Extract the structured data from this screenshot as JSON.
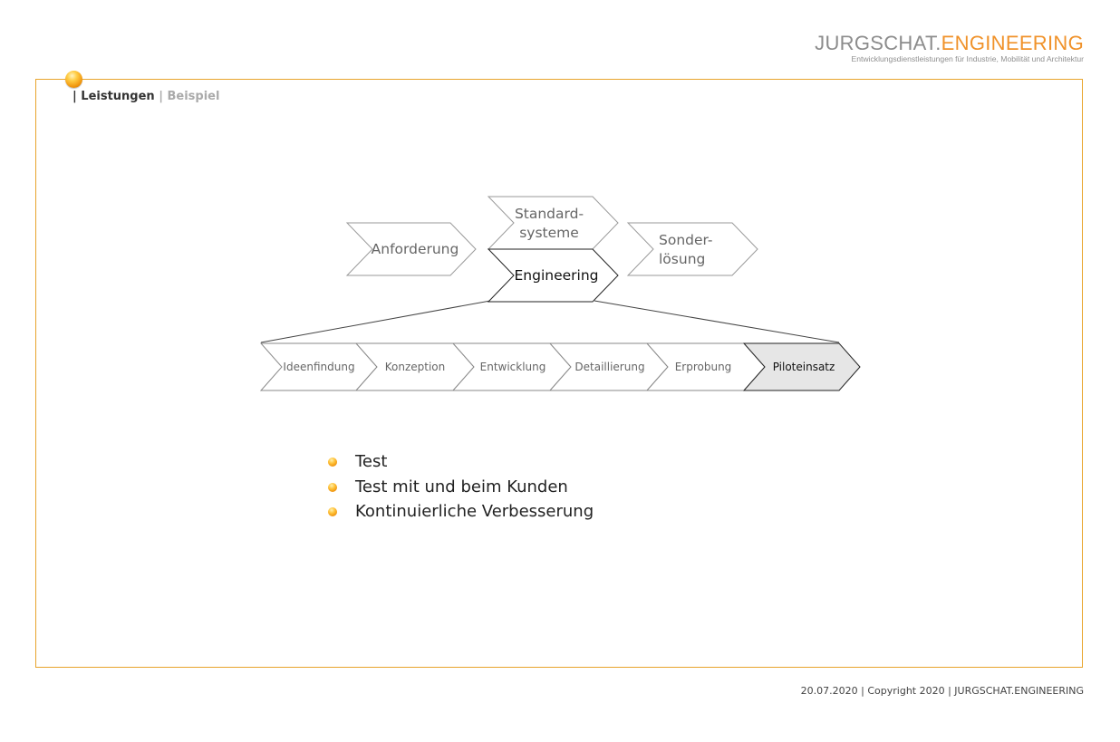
{
  "logo": {
    "name_part1": "JURGSCHAT.",
    "name_part2": "ENGINEERING",
    "tagline": "Entwicklungsdienstleistungen für Industrie, Mobilität und Architektur",
    "color_grey": "#8c8c8c",
    "color_orange": "#f0922a"
  },
  "breadcrumb": {
    "separator": "|",
    "current": "Leistungen",
    "sub": "Beispiel"
  },
  "diagram": {
    "top_row": [
      {
        "id": "anforderung",
        "lines": [
          "Anforderung"
        ]
      },
      {
        "id": "standardsysteme",
        "lines": [
          "Standard-",
          "systeme"
        ]
      },
      {
        "id": "engineering",
        "lines": [
          "Engineering"
        ]
      },
      {
        "id": "sonderloesung",
        "lines": [
          "Sonder-",
          "lösung"
        ]
      }
    ],
    "process_steps": [
      "Ideenfindung",
      "Konzeption",
      "Entwicklung",
      "Detaillierung",
      "Erprobung",
      "Piloteinsatz"
    ],
    "highlighted_step": "Piloteinsatz"
  },
  "bullets": [
    "Test",
    "Test mit und beim Kunden",
    "Kontinuierliche Verbesserung"
  ],
  "footer": "20.07.2020 | Copyright 2020 | JURGSCHAT.ENGINEERING",
  "colors": {
    "frame": "#e8a42c",
    "accent": "#f29a12",
    "highlight_fill": "#e6e6e6"
  }
}
